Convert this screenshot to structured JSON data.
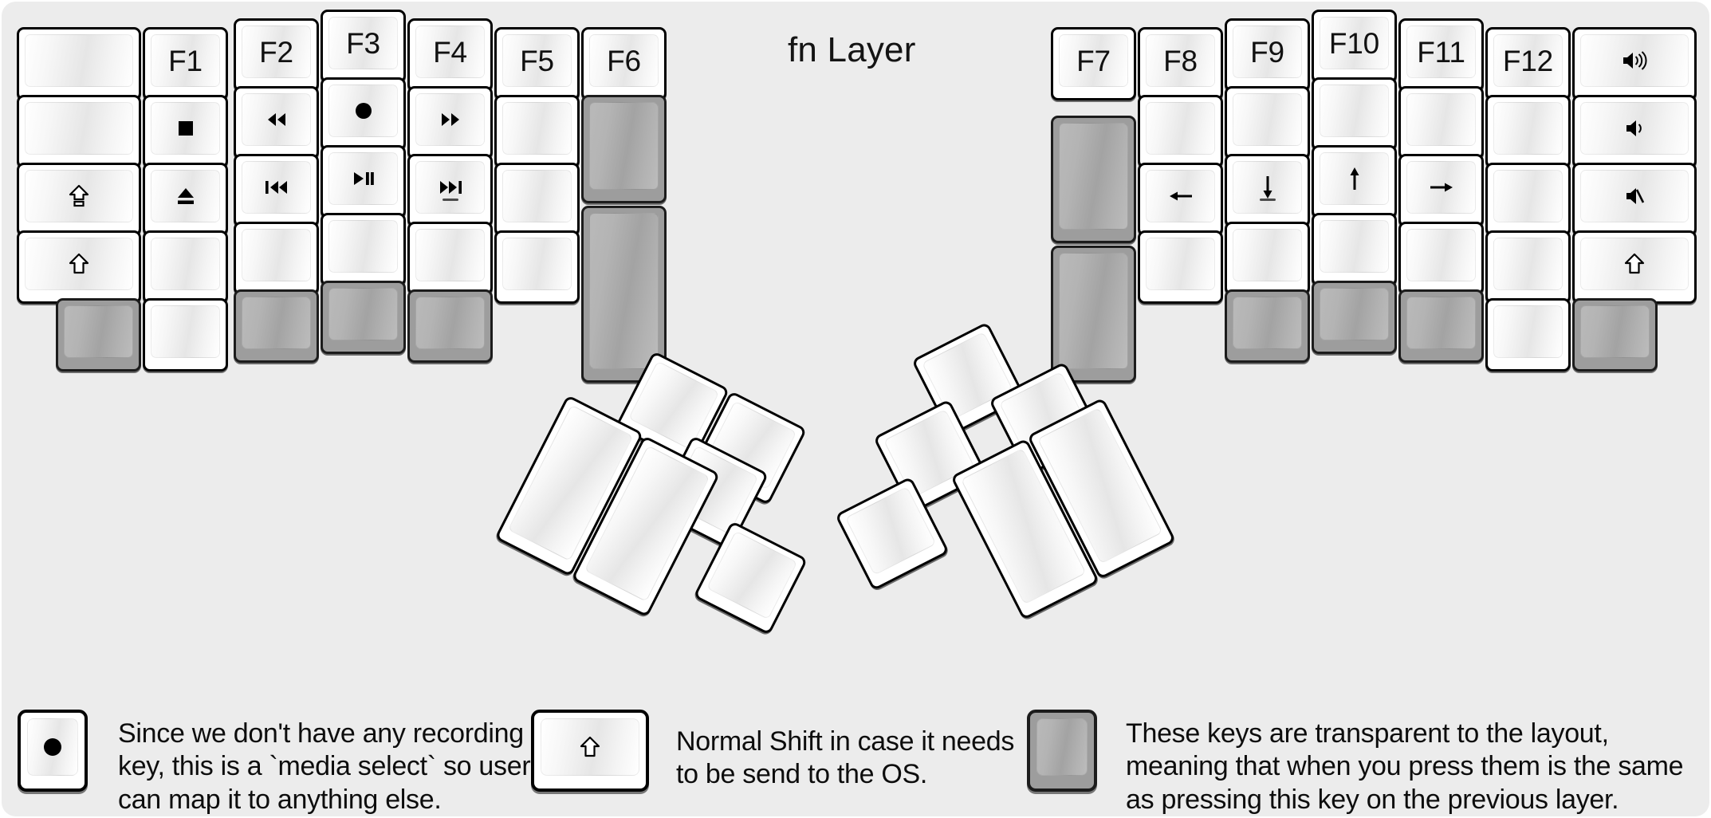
{
  "title": "fn Layer",
  "colors": {
    "canvas_bg": "#ececec",
    "key_fill": "#ffffff",
    "key_outline": "#000000",
    "transparent_key_fill": "#9d9d9d"
  },
  "left_half": {
    "columns": [
      {
        "name": "col-outer-left",
        "keys": [
          {
            "label": "",
            "icon": "",
            "type": "normal"
          },
          {
            "label": "",
            "icon": "",
            "type": "normal"
          },
          {
            "label": "",
            "icon": "caps-lock-icon",
            "type": "normal"
          },
          {
            "label": "",
            "icon": "shift-icon",
            "type": "normal"
          },
          {
            "label": "",
            "icon": "",
            "type": "transparent"
          }
        ]
      },
      {
        "name": "col-f1",
        "keys": [
          {
            "label": "F1",
            "icon": "",
            "type": "normal"
          },
          {
            "label": "",
            "icon": "media-stop-icon",
            "type": "normal"
          },
          {
            "label": "",
            "icon": "media-eject-icon",
            "type": "normal"
          },
          {
            "label": "",
            "icon": "",
            "type": "normal"
          },
          {
            "label": "",
            "icon": "",
            "type": "normal"
          }
        ]
      },
      {
        "name": "col-f2",
        "keys": [
          {
            "label": "F2",
            "icon": "",
            "type": "normal"
          },
          {
            "label": "",
            "icon": "media-rewind-icon",
            "type": "normal"
          },
          {
            "label": "",
            "icon": "media-previous-icon",
            "type": "normal"
          },
          {
            "label": "",
            "icon": "",
            "type": "normal"
          },
          {
            "label": "",
            "icon": "",
            "type": "transparent"
          }
        ]
      },
      {
        "name": "col-f3",
        "keys": [
          {
            "label": "F3",
            "icon": "",
            "type": "normal"
          },
          {
            "label": "",
            "icon": "media-record-icon",
            "type": "normal"
          },
          {
            "label": "",
            "icon": "media-play-pause-icon",
            "type": "normal"
          },
          {
            "label": "",
            "icon": "",
            "type": "normal"
          },
          {
            "label": "",
            "icon": "",
            "type": "transparent"
          }
        ]
      },
      {
        "name": "col-f4",
        "keys": [
          {
            "label": "F4",
            "icon": "",
            "type": "normal"
          },
          {
            "label": "",
            "icon": "media-fast-forward-icon",
            "type": "normal"
          },
          {
            "label": "",
            "icon": "media-next-icon",
            "type": "normal"
          },
          {
            "label": "",
            "icon": "",
            "type": "normal"
          },
          {
            "label": "",
            "icon": "",
            "type": "transparent"
          }
        ]
      },
      {
        "name": "col-f5",
        "keys": [
          {
            "label": "F5",
            "icon": "",
            "type": "normal"
          },
          {
            "label": "",
            "icon": "",
            "type": "normal"
          },
          {
            "label": "",
            "icon": "",
            "type": "normal"
          },
          {
            "label": "",
            "icon": "",
            "type": "normal"
          }
        ]
      },
      {
        "name": "col-f6",
        "keys": [
          {
            "label": "F6",
            "icon": "",
            "type": "normal"
          },
          {
            "label": "",
            "icon": "",
            "type": "transparent"
          },
          {
            "label": "",
            "icon": "",
            "type": "transparent"
          }
        ]
      }
    ],
    "thumb_cluster": [
      {
        "name": "left-thumb-big-1",
        "type": "normal",
        "icon": "",
        "label": ""
      },
      {
        "name": "left-thumb-big-2",
        "type": "normal",
        "icon": "",
        "label": ""
      },
      {
        "name": "left-thumb-small-1",
        "type": "normal",
        "icon": "",
        "label": ""
      },
      {
        "name": "left-thumb-small-2",
        "type": "normal",
        "icon": "",
        "label": ""
      },
      {
        "name": "left-thumb-small-3",
        "type": "normal",
        "icon": "",
        "label": ""
      },
      {
        "name": "left-thumb-small-4",
        "type": "normal",
        "icon": "",
        "label": ""
      }
    ]
  },
  "right_half": {
    "columns": [
      {
        "name": "col-f7",
        "keys": [
          {
            "label": "F7",
            "icon": "",
            "type": "normal"
          },
          {
            "label": "",
            "icon": "",
            "type": "transparent"
          },
          {
            "label": "",
            "icon": "",
            "type": "transparent"
          }
        ]
      },
      {
        "name": "col-f8",
        "keys": [
          {
            "label": "F8",
            "icon": "",
            "type": "normal"
          },
          {
            "label": "",
            "icon": "",
            "type": "normal"
          },
          {
            "label": "",
            "icon": "arrow-left-icon",
            "type": "normal"
          },
          {
            "label": "",
            "icon": "",
            "type": "normal"
          }
        ]
      },
      {
        "name": "col-f9",
        "keys": [
          {
            "label": "F9",
            "icon": "",
            "type": "normal"
          },
          {
            "label": "",
            "icon": "",
            "type": "normal"
          },
          {
            "label": "",
            "icon": "arrow-down-icon",
            "type": "normal"
          },
          {
            "label": "",
            "icon": "",
            "type": "normal"
          },
          {
            "label": "",
            "icon": "",
            "type": "transparent"
          }
        ]
      },
      {
        "name": "col-f10",
        "keys": [
          {
            "label": "F10",
            "icon": "",
            "type": "normal"
          },
          {
            "label": "",
            "icon": "",
            "type": "normal"
          },
          {
            "label": "",
            "icon": "arrow-up-icon",
            "type": "normal"
          },
          {
            "label": "",
            "icon": "",
            "type": "normal"
          },
          {
            "label": "",
            "icon": "",
            "type": "transparent"
          }
        ]
      },
      {
        "name": "col-f11",
        "keys": [
          {
            "label": "F11",
            "icon": "",
            "type": "normal"
          },
          {
            "label": "",
            "icon": "",
            "type": "normal"
          },
          {
            "label": "",
            "icon": "arrow-right-icon",
            "type": "normal"
          },
          {
            "label": "",
            "icon": "",
            "type": "normal"
          },
          {
            "label": "",
            "icon": "",
            "type": "transparent"
          }
        ]
      },
      {
        "name": "col-f12",
        "keys": [
          {
            "label": "F12",
            "icon": "",
            "type": "normal"
          },
          {
            "label": "",
            "icon": "",
            "type": "normal"
          },
          {
            "label": "",
            "icon": "",
            "type": "normal"
          },
          {
            "label": "",
            "icon": "",
            "type": "normal"
          },
          {
            "label": "",
            "icon": "",
            "type": "normal"
          }
        ]
      },
      {
        "name": "col-outer-right",
        "keys": [
          {
            "label": "",
            "icon": "volume-up-icon",
            "type": "normal"
          },
          {
            "label": "",
            "icon": "volume-down-icon",
            "type": "normal"
          },
          {
            "label": "",
            "icon": "volume-mute-icon",
            "type": "normal"
          },
          {
            "label": "",
            "icon": "shift-icon",
            "type": "normal"
          },
          {
            "label": "",
            "icon": "",
            "type": "transparent"
          }
        ]
      }
    ],
    "thumb_cluster": [
      {
        "name": "right-thumb-big-1",
        "type": "normal",
        "icon": "",
        "label": ""
      },
      {
        "name": "right-thumb-big-2",
        "type": "normal",
        "icon": "",
        "label": ""
      },
      {
        "name": "right-thumb-small-1",
        "type": "normal",
        "icon": "",
        "label": ""
      },
      {
        "name": "right-thumb-small-2",
        "type": "normal",
        "icon": "",
        "label": ""
      },
      {
        "name": "right-thumb-small-3",
        "type": "normal",
        "icon": "",
        "label": ""
      },
      {
        "name": "right-thumb-small-4",
        "type": "normal",
        "icon": "",
        "label": ""
      }
    ]
  },
  "footer": {
    "items": [
      {
        "key_icon": "media-record-icon",
        "key_type": "normal",
        "note": "Since we don't have any recording\nkey, this is a `media select` so user\ncan map it to anything else."
      },
      {
        "key_icon": "shift-icon",
        "key_type": "normal",
        "note": "Normal Shift in case it needs\nto be send to the OS."
      },
      {
        "key_icon": "",
        "key_type": "transparent",
        "note": "These keys are transparent to the layout,\nmeaning that when you press them is the same\nas pressing this key on the previous layer."
      }
    ]
  }
}
